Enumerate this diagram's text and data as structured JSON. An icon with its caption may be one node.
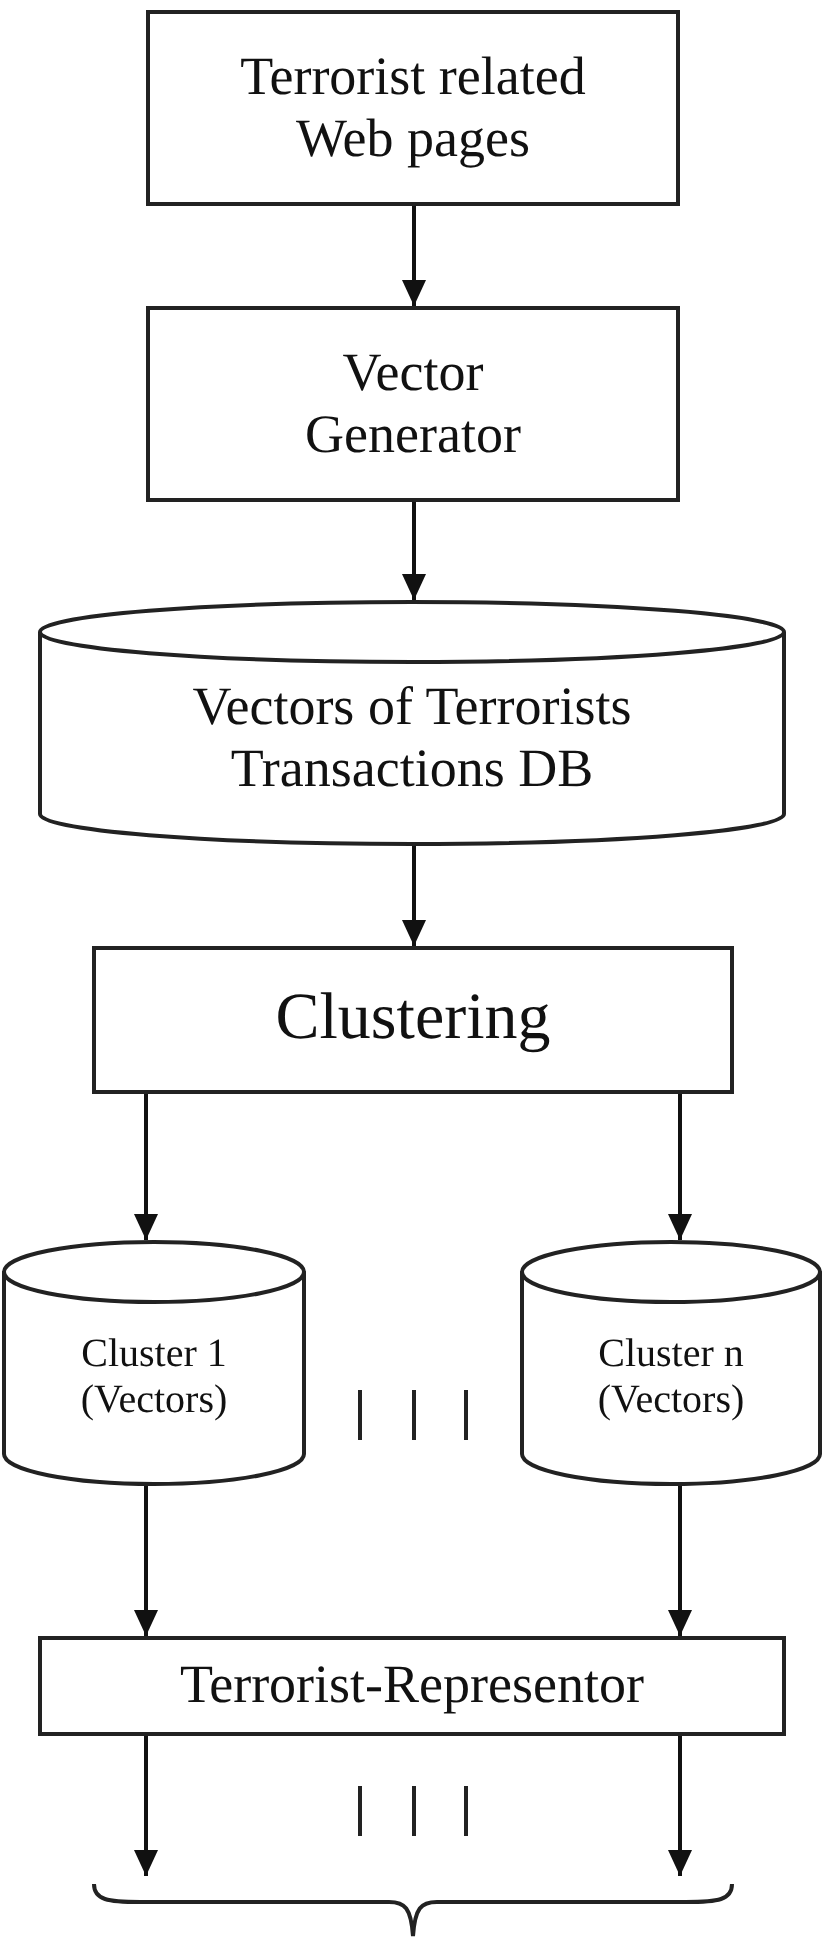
{
  "diagram": {
    "nodes": [
      {
        "text": [
          "Terrorist related Web pages"
        ]
      },
      {
        "text": [
          "Vector Generator"
        ]
      },
      {
        "text": [
          "Vectors of Terrorists Transactions DB"
        ]
      },
      {
        "text": [
          "Clustering"
        ]
      },
      {
        "text": [
          "Cluster 1 (Vectors)"
        ]
      },
      {
        "text": [
          "Cluster n (Vectors)"
        ]
      },
      {
        "text": [
          "Terrorist-Representor"
        ]
      },
      {
        "text": [],
        "shape": "brace"
      }
    ],
    "edges": [
      {
        "from": 0,
        "to": 1,
        "arrow": "to"
      },
      {
        "from": 1,
        "to": 2,
        "arrow": "to"
      },
      {
        "from": 2,
        "to": 3,
        "arrow": "to"
      },
      {
        "from": 3,
        "to": 4,
        "arrow": "to"
      },
      {
        "from": 3,
        "to": 5,
        "arrow": "to"
      },
      {
        "from": 4,
        "to": 6,
        "arrow": "to"
      },
      {
        "from": 5,
        "to": 6,
        "arrow": "to"
      },
      {
        "from": 6,
        "to": 7,
        "arrow": "to"
      },
      {
        "from": 6,
        "to": 7,
        "arrow": "to"
      }
    ]
  }
}
